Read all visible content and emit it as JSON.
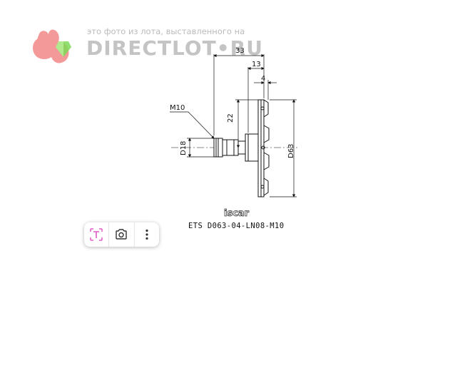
{
  "watermark": {
    "tagline": "это фото из лота, выставленного на",
    "brand": "DIRECTLOT•RU",
    "logo_icon": "squirrel-gem-logo"
  },
  "drawing": {
    "dimensions": {
      "overall_length": "33",
      "length_13": "13",
      "length_4": "4",
      "height_22": "22",
      "shank_diameter": "D18",
      "cutter_diameter": "D63",
      "thread": "M10"
    },
    "maker_mark": "iscar",
    "product_code": "ETS D063-04-LN08-M10"
  },
  "toolbar": {
    "text_icon": "text-recognition-icon",
    "lens_icon": "camera-search-icon",
    "more_icon": "more-vertical-icon"
  },
  "colors": {
    "watermark_logo": "#f08080",
    "watermark_gem": "#7ed957",
    "text_icon_accent": "#e05ac8"
  }
}
